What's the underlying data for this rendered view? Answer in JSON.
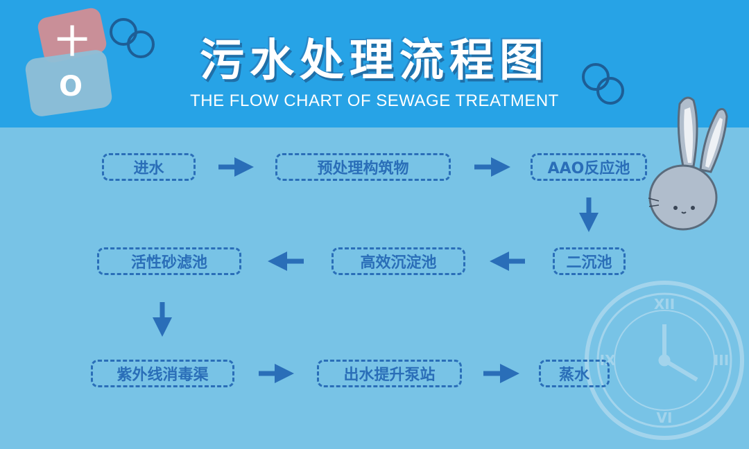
{
  "header": {
    "title": "污水处理流程图",
    "subtitle": "THE FLOW CHART OF SEWAGE TREATMENT"
  },
  "decorations": {
    "tictactoe_marks": [
      "十",
      "O"
    ]
  },
  "flow": {
    "steps": [
      "进水",
      "预处理构筑物",
      "AAO反应池",
      "二沉池",
      "高效沉淀池",
      "活性砂滤池",
      "紫外线消毒渠",
      "出水提升泵站",
      "蒸水"
    ]
  },
  "colors": {
    "header_bg": "#27a3e6",
    "body_bg": "#78c3e6",
    "accent": "#2a6eb8",
    "text": "#2a6eb8"
  }
}
